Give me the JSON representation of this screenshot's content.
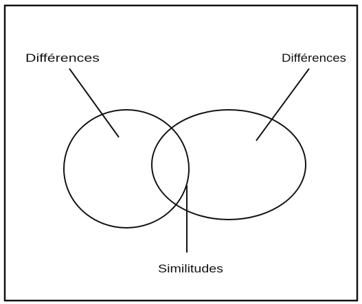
{
  "labels": {
    "left": "Différences",
    "right": "Différences",
    "bottom": "Similitudes"
  }
}
